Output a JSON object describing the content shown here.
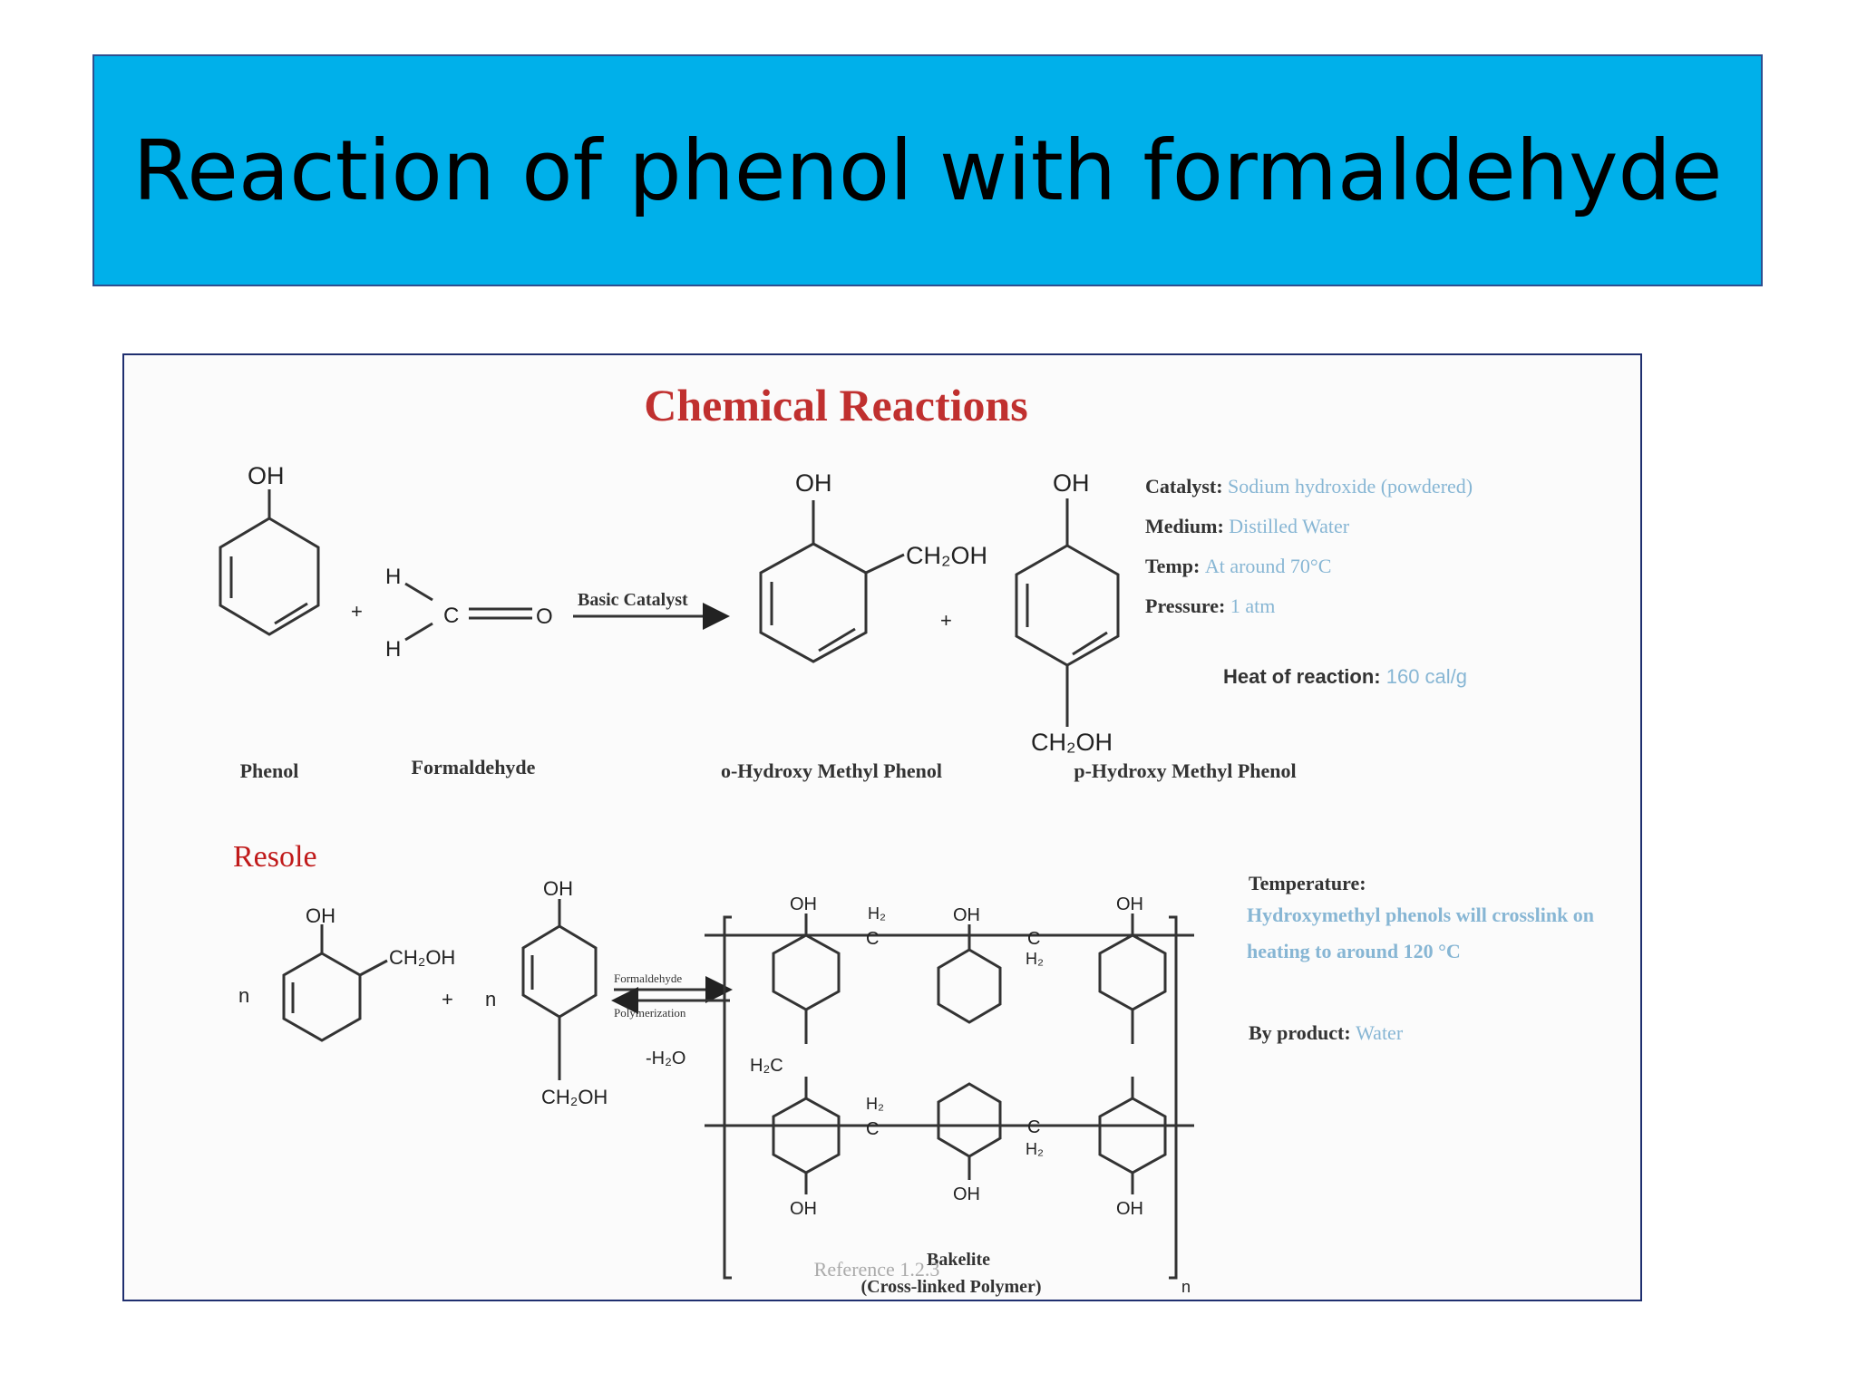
{
  "slide": {
    "title": "Reaction of phenol with formaldehyde"
  },
  "figure": {
    "heading": "Chemical Reactions",
    "top_reaction": {
      "groups": {
        "oh": "OH",
        "ch2oh": "CH₂OH",
        "h": "H",
        "c": "C",
        "o": "O",
        "plus": "+"
      },
      "arrow_label": "Basic Catalyst",
      "compounds": [
        "Phenol",
        "Formaldehyde",
        "o-Hydroxy Methyl Phenol",
        "p-Hydroxy Methyl Phenol"
      ],
      "conditions": [
        {
          "key": "Catalyst:",
          "value": "Sodium hydroxide (powdered)"
        },
        {
          "key": "Medium:",
          "value": "Distilled Water"
        },
        {
          "key": "Temp:",
          "value": "At around 70°C"
        },
        {
          "key": "Pressure:",
          "value": "1 atm"
        }
      ],
      "heat": {
        "key": "Heat of reaction:",
        "value": "160 cal/g"
      }
    },
    "resole": {
      "label": "Resole",
      "n": "n",
      "plus": "+",
      "arrow_labels": [
        "Formaldehyde",
        "Polymerization"
      ],
      "water_out": "-H₂O",
      "bridges": {
        "ch2_h2c": "H₂",
        "c": "C",
        "h2o": "H₂C",
        "h2": "H₂"
      },
      "polymer_name": "Bakelite",
      "polymer_note": "(Cross-linked Polymer)",
      "subscript_n": "n",
      "conditions": {
        "temp_key": "Temperature:",
        "temp_value": "Hydroxymethyl phenols will crosslink on heating to around 120 °C",
        "byproduct_key": "By product:",
        "byproduct_value": "Water"
      }
    },
    "footer": {
      "center": "Reference 1.2.3"
    },
    "colors": {
      "title_bar": "#00b0ea",
      "heading": "#c0302f",
      "cond_value": "#87b6d4",
      "resole_label": "#c01a1a"
    }
  }
}
